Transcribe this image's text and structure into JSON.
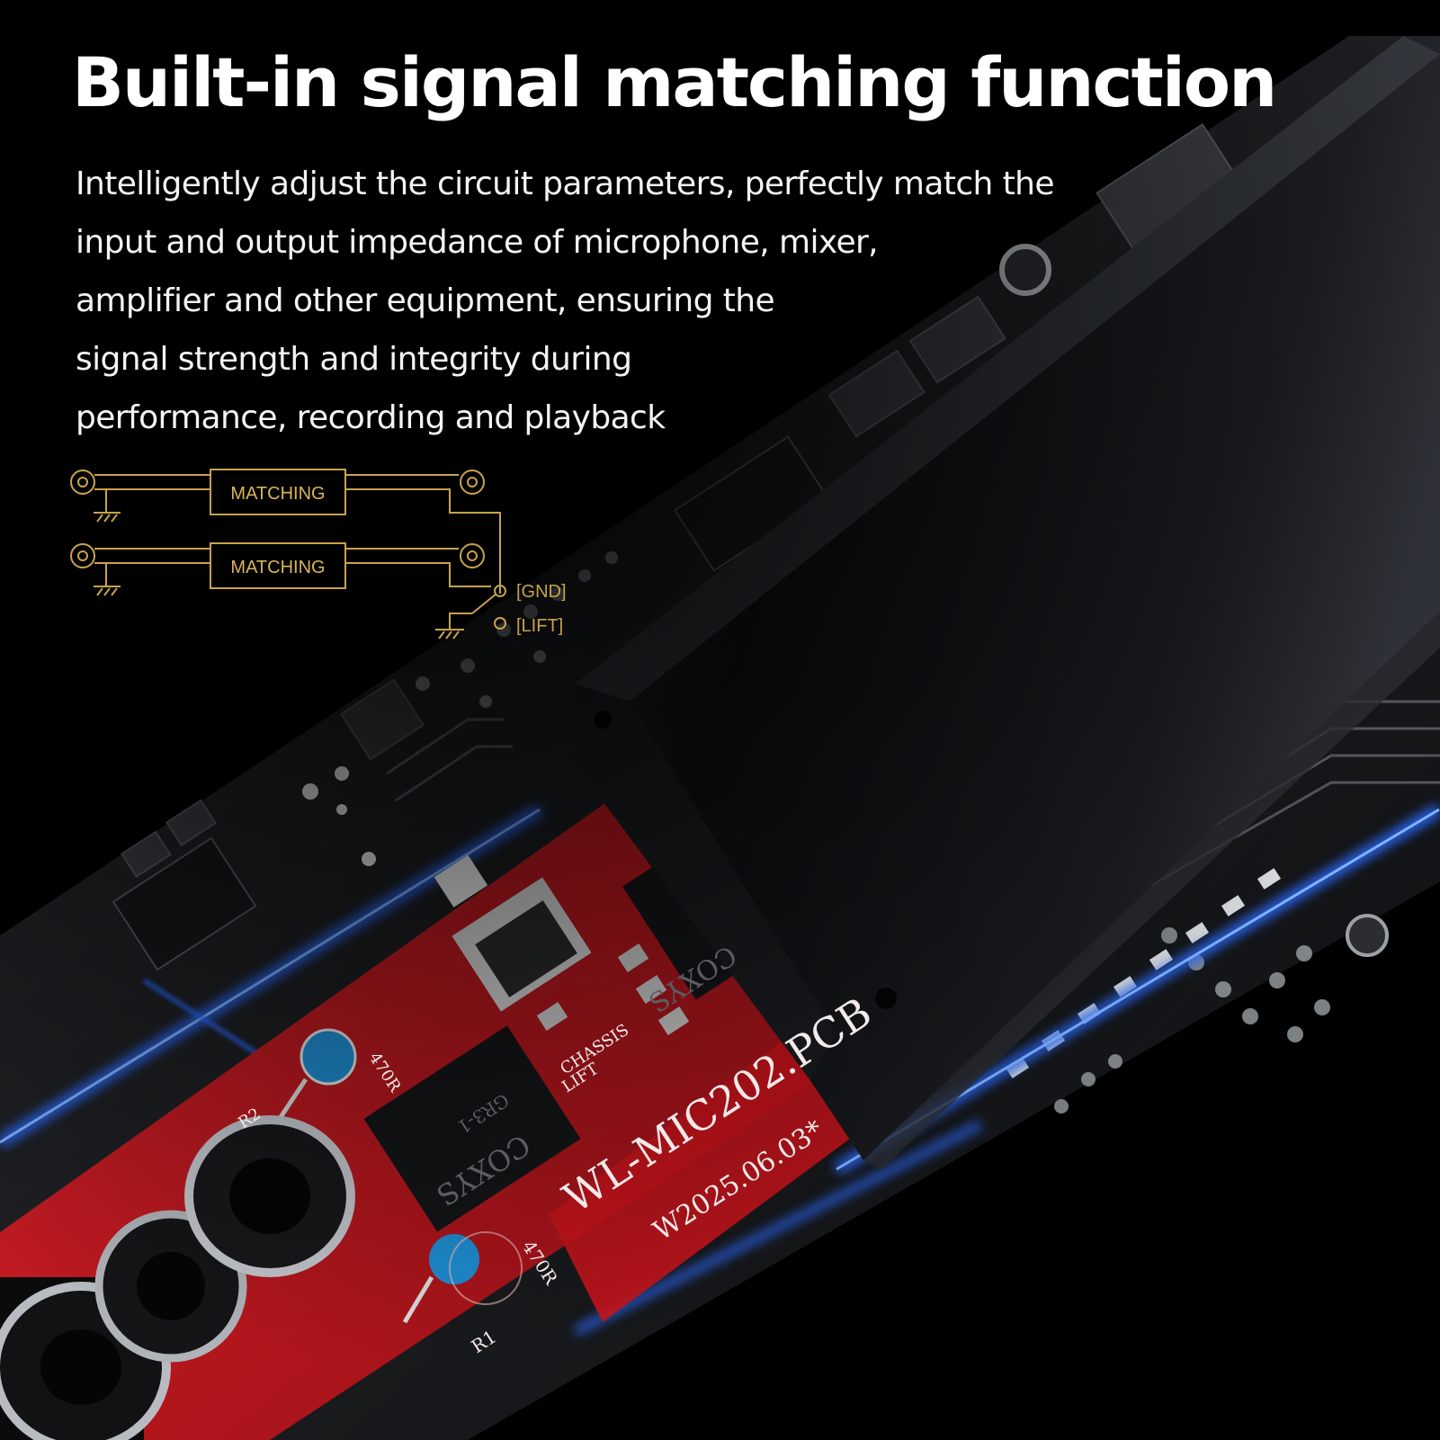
{
  "headline": "Built-in signal matching function",
  "description_lines": [
    "Intelligently adjust the circuit parameters, perfectly match the",
    "input and output impedance of microphone, mixer,",
    "amplifier and other equipment, ensuring the",
    "signal strength and integrity during",
    "performance, recording and playback"
  ],
  "diagram": {
    "box_top_label": "MATCHING",
    "box_bottom_label": "MATCHING",
    "switch_gnd_label": "[GND]",
    "switch_lift_label": "[LIFT]"
  },
  "pcb": {
    "board_name": "WL-MIC202.PCB",
    "date_code": "W2025.06.03*",
    "switch_label_1": "CHASSIS",
    "switch_label_2": "LIFT",
    "resistor_value": "470R",
    "resistor_value_2": "470R",
    "ref_r1": "R1",
    "ref_r2": "R2",
    "chip_brand": "COXYS",
    "chip_code": "GR3-1"
  },
  "colors": {
    "background": "#000000",
    "text": "#ffffff",
    "diagram_gold": "#c8a24c",
    "pcb_red": "#c0131a",
    "glow_blue": "#2a6bff",
    "housing": "#15171b"
  }
}
